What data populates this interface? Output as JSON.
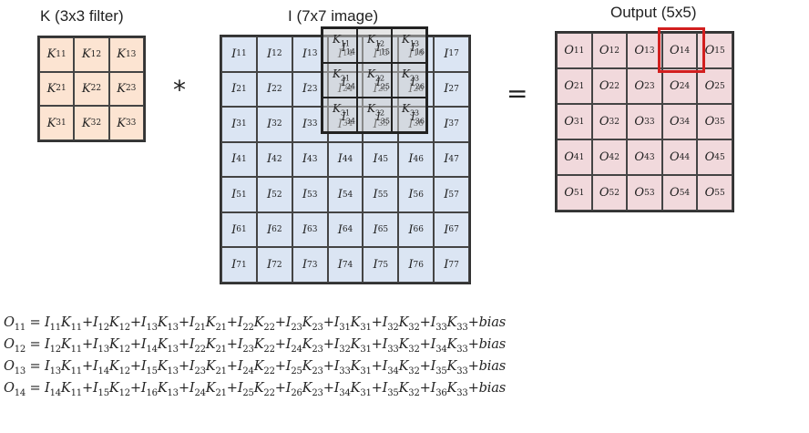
{
  "titles": {
    "kernel": "K (3x3 filter)",
    "image": "I (7x7 image)",
    "output": "Output (5x5)"
  },
  "operators": {
    "conv": "*",
    "equals": "="
  },
  "kernel": {
    "symbol": "K",
    "rows": 3,
    "cols": 3,
    "color": "#fce4d2"
  },
  "image": {
    "symbol": "I",
    "rows": 7,
    "cols": 7,
    "color": "#dbe5f3"
  },
  "output": {
    "symbol": "O",
    "rows": 5,
    "cols": 5,
    "color": "#f1d9dc",
    "highlighted_cell": "14",
    "highlight_color": "#d21f1f"
  },
  "overlay": {
    "row_start": 1,
    "col_start": 4,
    "fill": "#cdcdcd"
  },
  "equations": [
    "O_{11}=I_{11}K_{11}+I_{12}K_{12}+I_{13}K_{13}+I_{21}K_{21}+I_{22}K_{22}+I_{23}K_{23}+I_{31}K_{31}+I_{32}K_{32}+I_{33}K_{33}+bias",
    "O_{12}=I_{12}K_{11}+I_{13}K_{12}+I_{14}K_{13}+I_{22}K_{21}+I_{23}K_{22}+I_{24}K_{23}+I_{32}K_{31}+I_{33}K_{32}+I_{34}K_{33}+bias",
    "O_{13}=I_{13}K_{11}+I_{14}K_{12}+I_{15}K_{13}+I_{23}K_{21}+I_{24}K_{22}+I_{25}K_{23}+I_{33}K_{31}+I_{34}K_{32}+I_{35}K_{33}+bias",
    "O_{14}=I_{14}K_{11}+I_{15}K_{12}+I_{16}K_{13}+I_{24}K_{21}+I_{25}K_{22}+I_{26}K_{23}+I_{34}K_{31}+I_{35}K_{32}+I_{36}K_{33}+bias"
  ]
}
